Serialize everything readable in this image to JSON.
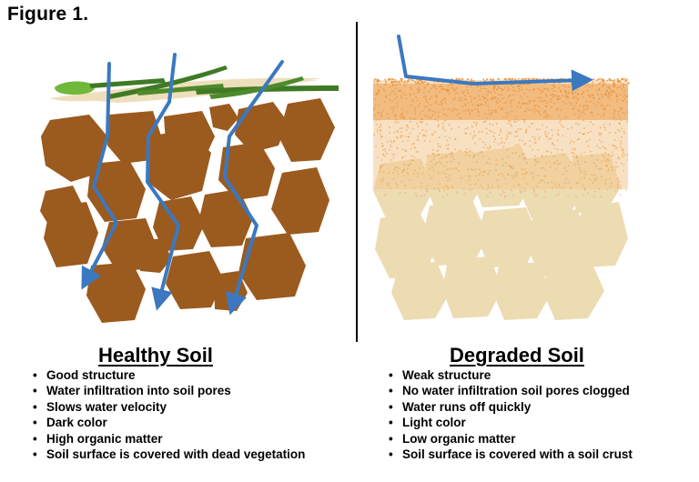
{
  "figure_title": "Figure 1.",
  "panels": [
    {
      "title": "Healthy Soil",
      "bullets": [
        "Good structure",
        "Water infiltration into soil pores",
        "Slows water velocity",
        "Dark color",
        "High organic matter",
        "Soil surface is covered with dead vegetation"
      ]
    },
    {
      "title": "Degraded Soil",
      "bullets": [
        "Weak structure",
        "No water infiltration soil pores clogged",
        "Water runs off quickly",
        "Light color",
        "Low organic matter",
        "Soil surface is covered with a soil crust"
      ]
    }
  ],
  "colors": {
    "healthy_soil": "#9b5a1e",
    "degraded_soil": "#eddbb2",
    "crust": "#e8923a",
    "water_arrow": "#3b78bf",
    "vegetation_dark": "#3f7a25",
    "vegetation_light": "#6fb83a",
    "dead_vegetation": "#eedfbc"
  }
}
